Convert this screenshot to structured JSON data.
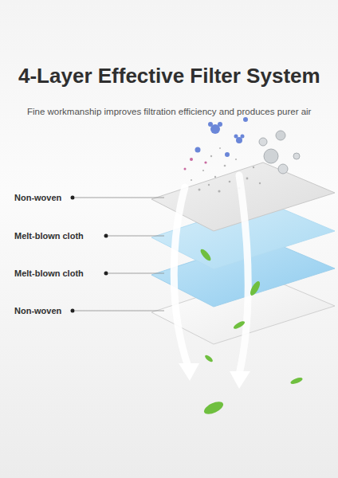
{
  "diagram": {
    "title": "4-Layer Effective Filter System",
    "labels": [
      "Fine workmanship improves filtration efficiency and produces purer air",
      "Non-woven",
      "Melt-blown cloth",
      "Melt-blown cloth",
      "Non-woven"
    ]
  }
}
